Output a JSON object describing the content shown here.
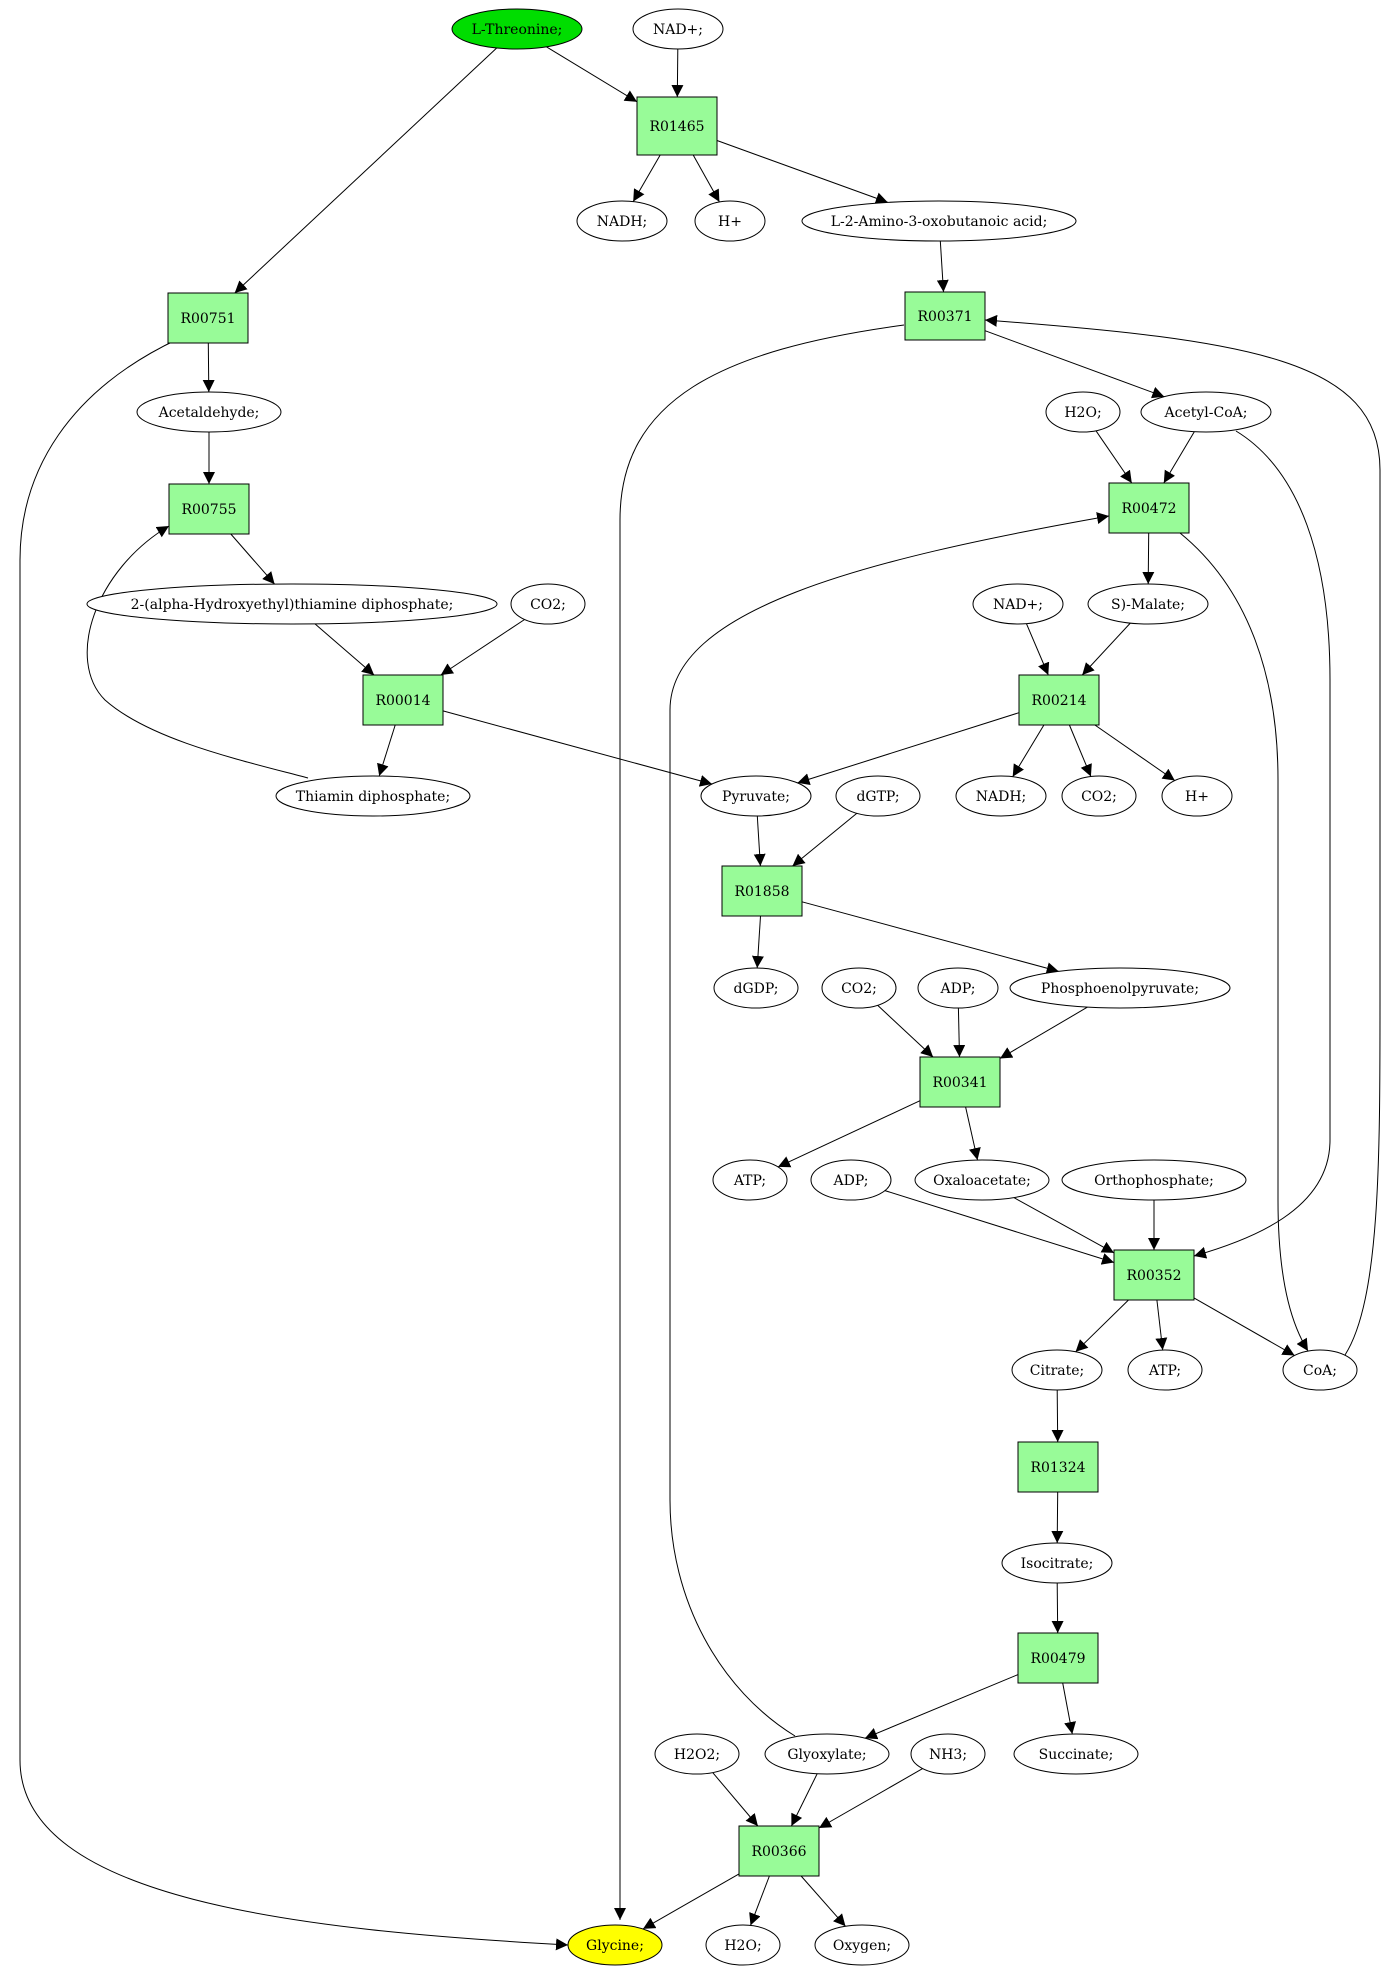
{
  "colors": {
    "start": "#00dd00",
    "end": "#ffff00",
    "metabolite": "#ffffff",
    "reaction": "#98fb98"
  },
  "nodes": [
    {
      "id": "m_thr",
      "kind": "metabolite",
      "role": "start",
      "label": "L-Threonine;"
    },
    {
      "id": "m_nad1",
      "kind": "metabolite",
      "label": "NAD+;"
    },
    {
      "id": "r_R01465",
      "kind": "reaction",
      "label": "R01465"
    },
    {
      "id": "m_nadh1",
      "kind": "metabolite",
      "label": "NADH;"
    },
    {
      "id": "m_h1",
      "kind": "metabolite",
      "label": "H+"
    },
    {
      "id": "m_amino",
      "kind": "metabolite",
      "label": "L-2-Amino-3-oxobutanoic acid;"
    },
    {
      "id": "r_R00751",
      "kind": "reaction",
      "label": "R00751"
    },
    {
      "id": "r_R00371",
      "kind": "reaction",
      "label": "R00371"
    },
    {
      "id": "m_acald",
      "kind": "metabolite",
      "label": "Acetaldehyde;"
    },
    {
      "id": "m_h2o1",
      "kind": "metabolite",
      "label": "H2O;"
    },
    {
      "id": "m_acoa",
      "kind": "metabolite",
      "label": "Acetyl-CoA;"
    },
    {
      "id": "r_R00755",
      "kind": "reaction",
      "label": "R00755"
    },
    {
      "id": "r_R00472",
      "kind": "reaction",
      "label": "R00472"
    },
    {
      "id": "m_hetpp",
      "kind": "metabolite",
      "label": "2-(alpha-Hydroxyethyl)thiamine diphosphate;"
    },
    {
      "id": "m_co2a",
      "kind": "metabolite",
      "label": "CO2;"
    },
    {
      "id": "m_nad2",
      "kind": "metabolite",
      "label": "NAD+;"
    },
    {
      "id": "m_malate",
      "kind": "metabolite",
      "label": "S)-Malate;"
    },
    {
      "id": "r_R00014",
      "kind": "reaction",
      "label": "R00014"
    },
    {
      "id": "r_R00214",
      "kind": "reaction",
      "label": "R00214"
    },
    {
      "id": "m_tpp",
      "kind": "metabolite",
      "label": "Thiamin diphosphate;"
    },
    {
      "id": "m_pyr",
      "kind": "metabolite",
      "label": "Pyruvate;"
    },
    {
      "id": "m_dgtp",
      "kind": "metabolite",
      "label": "dGTP;"
    },
    {
      "id": "m_nadh2",
      "kind": "metabolite",
      "label": "NADH;"
    },
    {
      "id": "m_co2b",
      "kind": "metabolite",
      "label": "CO2;"
    },
    {
      "id": "m_h2",
      "kind": "metabolite",
      "label": "H+"
    },
    {
      "id": "r_R01858",
      "kind": "reaction",
      "label": "R01858"
    },
    {
      "id": "m_dgdp",
      "kind": "metabolite",
      "label": "dGDP;"
    },
    {
      "id": "m_co2c",
      "kind": "metabolite",
      "label": "CO2;"
    },
    {
      "id": "m_adp1",
      "kind": "metabolite",
      "label": "ADP;"
    },
    {
      "id": "m_pep",
      "kind": "metabolite",
      "label": "Phosphoenolpyruvate;"
    },
    {
      "id": "r_R00341",
      "kind": "reaction",
      "label": "R00341"
    },
    {
      "id": "m_atp1",
      "kind": "metabolite",
      "label": "ATP;"
    },
    {
      "id": "m_adp2",
      "kind": "metabolite",
      "label": "ADP;"
    },
    {
      "id": "m_oaa",
      "kind": "metabolite",
      "label": "Oxaloacetate;"
    },
    {
      "id": "m_pi",
      "kind": "metabolite",
      "label": "Orthophosphate;"
    },
    {
      "id": "r_R00352",
      "kind": "reaction",
      "label": "R00352"
    },
    {
      "id": "m_cit",
      "kind": "metabolite",
      "label": "Citrate;"
    },
    {
      "id": "m_atp2",
      "kind": "metabolite",
      "label": "ATP;"
    },
    {
      "id": "m_coa",
      "kind": "metabolite",
      "label": "CoA;"
    },
    {
      "id": "r_R01324",
      "kind": "reaction",
      "label": "R01324"
    },
    {
      "id": "m_icit",
      "kind": "metabolite",
      "label": "Isocitrate;"
    },
    {
      "id": "r_R00479",
      "kind": "reaction",
      "label": "R00479"
    },
    {
      "id": "m_h2o2",
      "kind": "metabolite",
      "label": "H2O2;"
    },
    {
      "id": "m_glx",
      "kind": "metabolite",
      "label": "Glyoxylate;"
    },
    {
      "id": "m_nh3",
      "kind": "metabolite",
      "label": "NH3;"
    },
    {
      "id": "m_succ",
      "kind": "metabolite",
      "label": "Succinate;"
    },
    {
      "id": "r_R00366",
      "kind": "reaction",
      "label": "R00366"
    },
    {
      "id": "m_gly",
      "kind": "metabolite",
      "role": "end",
      "label": "Glycine;"
    },
    {
      "id": "m_h2o3",
      "kind": "metabolite",
      "label": "H2O;"
    },
    {
      "id": "m_oxy",
      "kind": "metabolite",
      "label": "Oxygen;"
    }
  ],
  "edges": [
    [
      "m_thr",
      "r_R01465"
    ],
    [
      "m_nad1",
      "r_R01465"
    ],
    [
      "r_R01465",
      "m_nadh1"
    ],
    [
      "r_R01465",
      "m_h1"
    ],
    [
      "r_R01465",
      "m_amino"
    ],
    [
      "m_amino",
      "r_R00371"
    ],
    [
      "m_thr",
      "r_R00751"
    ],
    [
      "r_R00751",
      "m_acald"
    ],
    [
      "r_R00751",
      "m_gly"
    ],
    [
      "m_acald",
      "r_R00755"
    ],
    [
      "r_R00755",
      "m_hetpp"
    ],
    [
      "m_hetpp",
      "r_R00014"
    ],
    [
      "m_co2a",
      "r_R00014"
    ],
    [
      "r_R00014",
      "m_tpp"
    ],
    [
      "r_R00014",
      "m_pyr"
    ],
    [
      "m_tpp",
      "r_R00755"
    ],
    [
      "r_R00371",
      "m_acoa"
    ],
    [
      "r_R00371",
      "m_gly"
    ],
    [
      "m_coa",
      "r_R00371"
    ],
    [
      "m_h2o1",
      "r_R00472"
    ],
    [
      "m_acoa",
      "r_R00472"
    ],
    [
      "m_glx",
      "r_R00472"
    ],
    [
      "r_R00472",
      "m_malate"
    ],
    [
      "r_R00472",
      "m_coa"
    ],
    [
      "m_nad2",
      "r_R00214"
    ],
    [
      "m_malate",
      "r_R00214"
    ],
    [
      "r_R00214",
      "m_pyr"
    ],
    [
      "r_R00214",
      "m_nadh2"
    ],
    [
      "r_R00214",
      "m_co2b"
    ],
    [
      "r_R00214",
      "m_h2"
    ],
    [
      "m_pyr",
      "r_R01858"
    ],
    [
      "m_dgtp",
      "r_R01858"
    ],
    [
      "r_R01858",
      "m_dgdp"
    ],
    [
      "r_R01858",
      "m_pep"
    ],
    [
      "m_co2c",
      "r_R00341"
    ],
    [
      "m_adp1",
      "r_R00341"
    ],
    [
      "m_pep",
      "r_R00341"
    ],
    [
      "r_R00341",
      "m_atp1"
    ],
    [
      "r_R00341",
      "m_oaa"
    ],
    [
      "m_adp2",
      "r_R00352"
    ],
    [
      "m_oaa",
      "r_R00352"
    ],
    [
      "m_pi",
      "r_R00352"
    ],
    [
      "m_acoa",
      "r_R00352"
    ],
    [
      "r_R00352",
      "m_cit"
    ],
    [
      "r_R00352",
      "m_atp2"
    ],
    [
      "r_R00352",
      "m_coa"
    ],
    [
      "m_cit",
      "r_R01324"
    ],
    [
      "r_R01324",
      "m_icit"
    ],
    [
      "m_icit",
      "r_R00479"
    ],
    [
      "r_R00479",
      "m_glx"
    ],
    [
      "r_R00479",
      "m_succ"
    ],
    [
      "m_h2o2",
      "r_R00366"
    ],
    [
      "m_glx",
      "r_R00366"
    ],
    [
      "m_nh3",
      "r_R00366"
    ],
    [
      "r_R00366",
      "m_gly"
    ],
    [
      "r_R00366",
      "m_h2o3"
    ],
    [
      "r_R00366",
      "m_oxy"
    ]
  ]
}
